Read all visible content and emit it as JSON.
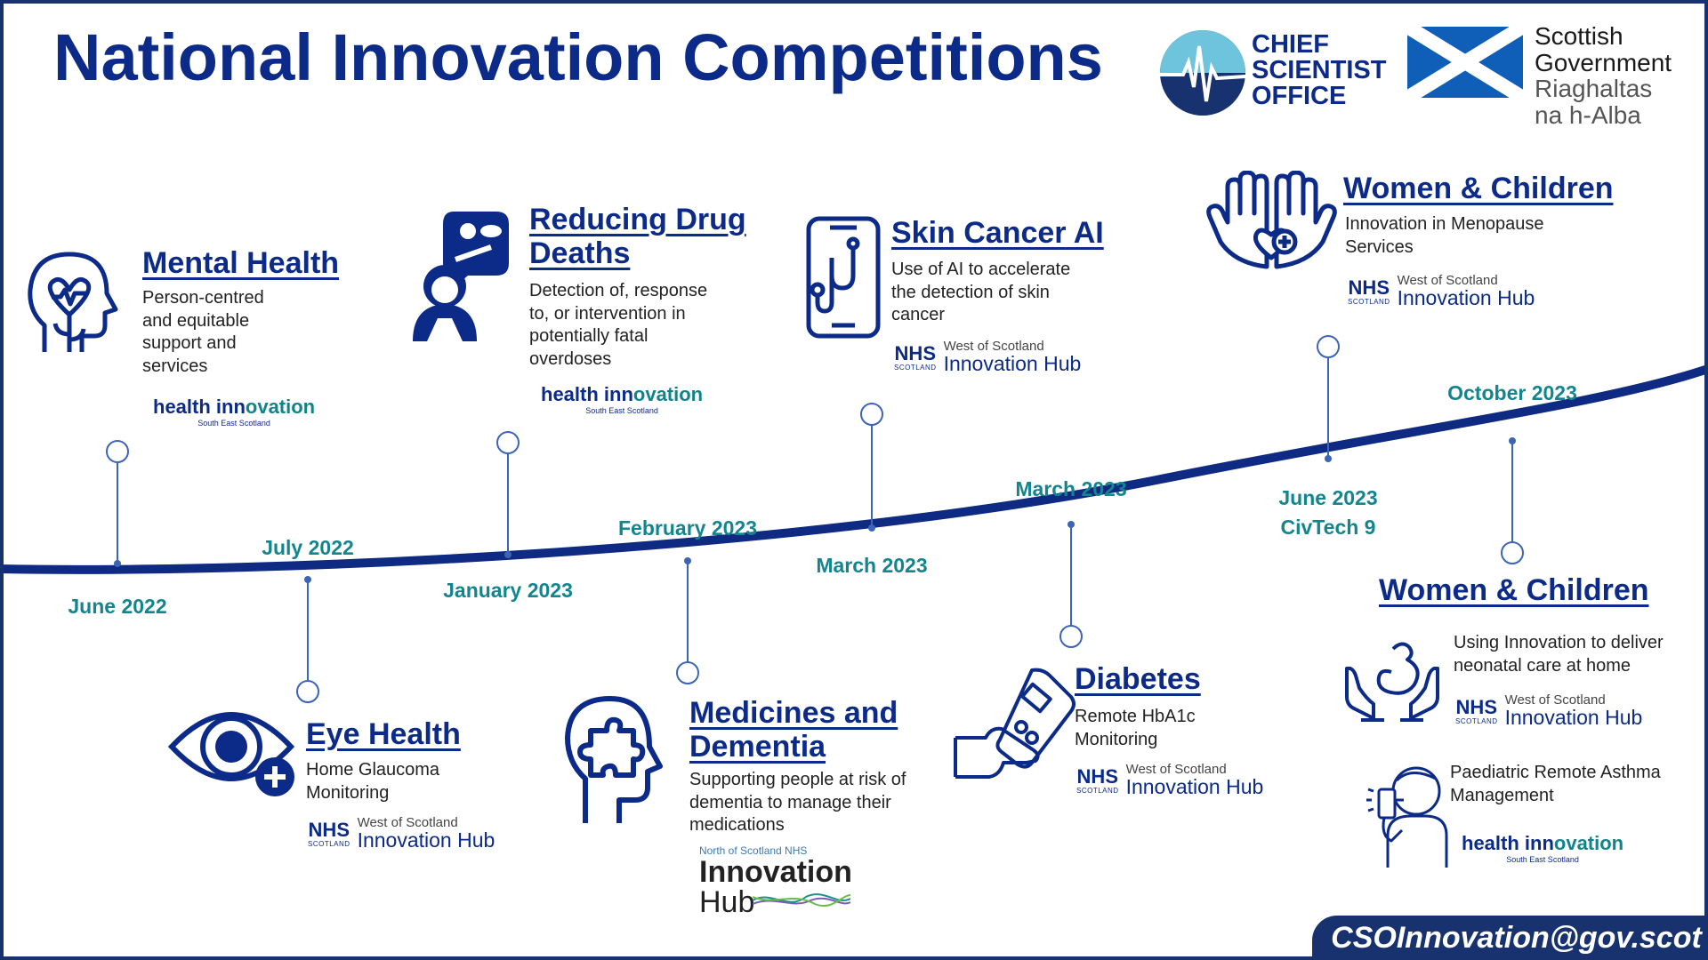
{
  "title": "National Innovation Competitions",
  "colors": {
    "navy": "#0c2a88",
    "teal": "#13858f",
    "line_blue": "#3d64b5",
    "frame": "#17326e"
  },
  "logos": {
    "cso": {
      "line1": "CHIEF",
      "line2": "SCIENTIST",
      "line3": "OFFICE",
      "icon": "heartbeat-icon"
    },
    "scotgov": {
      "line1": "Scottish",
      "line2": "Government",
      "line3": "Riaghaltas",
      "line4": "na h-Alba",
      "icon": "saltire-flag-icon"
    }
  },
  "orgs": {
    "nhs_wos": {
      "nhs": "NHS",
      "scotland": "SCOTLAND",
      "west": "West of Scotland",
      "hub": "Innovation Hub"
    },
    "health_innovation": {
      "a": "health inn",
      "b": "ovation",
      "sub": "South East Scotland"
    },
    "north_scotland": {
      "top": "North of Scotland NHS",
      "a": "Innovation",
      "b": "Hub"
    }
  },
  "milestones": [
    {
      "date": "June 2022",
      "title": "Mental Health",
      "description": "Person-centred and equitable support and services",
      "org": "health_innovation",
      "icon": "head-heart-icon"
    },
    {
      "date": "July 2022",
      "title": "Eye Health",
      "description": "Home Glaucoma Monitoring",
      "org": "nhs_wos",
      "icon": "eye-icon"
    },
    {
      "date": "January 2023",
      "title": "Reducing Drug Deaths",
      "description": "Detection of, response to, or intervention in potentially fatal overdoses",
      "org": "health_innovation",
      "icon": "person-pills-icon"
    },
    {
      "date": "February 2023",
      "title": "Medicines and Dementia",
      "description": "Supporting people at risk of dementia to manage their medications",
      "org": "north_scotland",
      "icon": "brain-puzzle-icon"
    },
    {
      "date": "March 2023",
      "title": "Skin Cancer AI",
      "description": "Use of AI to accelerate the detection of skin cancer",
      "org": "nhs_wos",
      "icon": "phone-stethoscope-icon"
    },
    {
      "date": "March 2023",
      "title": "Diabetes",
      "description": "Remote HbA1c Monitoring",
      "org": "nhs_wos",
      "icon": "glucose-meter-icon"
    },
    {
      "date": "June 2023",
      "date_line2": "CivTech 9",
      "title": "Women & Children",
      "description": "Innovation in Menopause Services",
      "org": "nhs_wos",
      "icon": "hands-heart-icon"
    },
    {
      "date": "October 2023",
      "title": "Women & Children",
      "items": [
        {
          "description": "Using Innovation to deliver neonatal care at home",
          "org": "nhs_wos",
          "icon": "baby-hands-icon"
        },
        {
          "description": "Paediatric Remote Asthma Management",
          "org": "health_innovation",
          "icon": "child-inhaler-icon"
        }
      ]
    }
  ],
  "email": "CSOInnovation@gov.scot"
}
